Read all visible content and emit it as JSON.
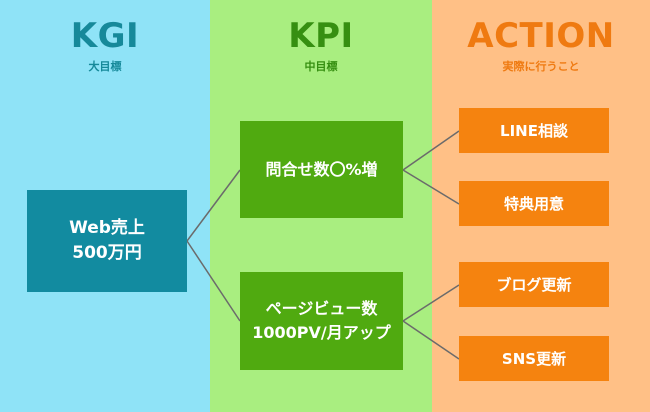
{
  "columns": {
    "kgi": {
      "title": "KGI",
      "subtitle": "大目標"
    },
    "kpi": {
      "title": "KPI",
      "subtitle": "中目標"
    },
    "action": {
      "title": "ACTION",
      "subtitle": "実際に行うこと"
    }
  },
  "kgi_box": {
    "line1": "Web売上",
    "line2": "500万円"
  },
  "kpi_boxes": [
    {
      "line1": "問合せ数〇%増"
    },
    {
      "line1": "ページビュー数",
      "line2": "1000PV/月アップ"
    }
  ],
  "action_boxes": [
    {
      "label": "LINE相談"
    },
    {
      "label": "特典用意"
    },
    {
      "label": "ブログ更新"
    },
    {
      "label": "SNS更新"
    }
  ],
  "colors": {
    "kgi_bg": "#8fe3f7",
    "kpi_bg": "#a9ee80",
    "action_bg": "#ffc086",
    "kgi_box": "#128ba0",
    "kpi_box": "#50aa10",
    "action_box": "#f5830f",
    "connector": "#6b6b6b"
  }
}
